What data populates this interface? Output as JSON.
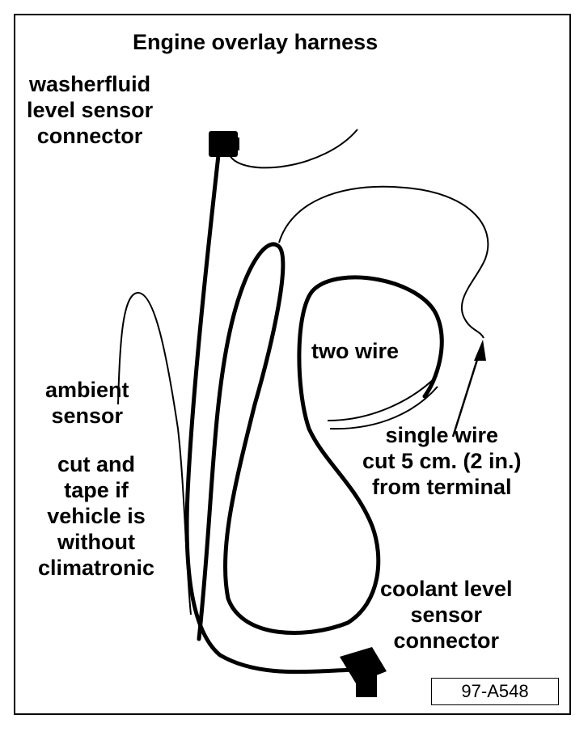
{
  "title": "Engine overlay harness",
  "labels": {
    "washer_fluid": [
      "washerfluid",
      "level sensor",
      "connector"
    ],
    "ambient": [
      "ambient",
      "sensor"
    ],
    "cut_tape": [
      "cut and",
      "tape if",
      "vehicle is",
      "without",
      "climatronic"
    ],
    "two_wire": "two wire",
    "single_wire": [
      "single wire",
      "cut 5 cm. (2 in.)",
      "from terminal"
    ],
    "coolant": [
      "coolant level",
      "sensor",
      "connector"
    ]
  },
  "figure_ref": "97-A548"
}
